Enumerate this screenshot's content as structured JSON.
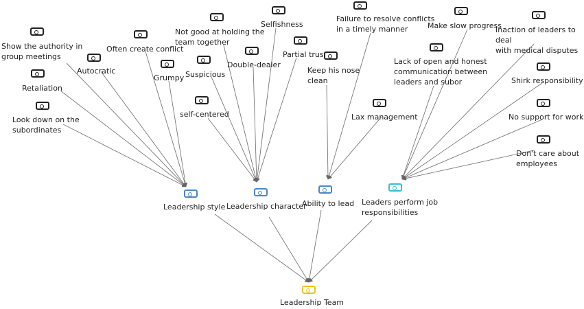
{
  "diagram": {
    "root": {
      "id": "team",
      "label": "Leadership Team"
    },
    "categories": [
      {
        "id": "style",
        "label": "Leadership style"
      },
      {
        "id": "character",
        "label": "Leadership character"
      },
      {
        "id": "ability",
        "label": "Ability to lead"
      },
      {
        "id": "duties",
        "label": "Leaders perform job\nresponsibilities"
      }
    ],
    "factors": [
      {
        "id": "f1",
        "label": "Show the authority in\ngroup meetings",
        "parent": "style"
      },
      {
        "id": "f2",
        "label": "Autocratic",
        "parent": "style"
      },
      {
        "id": "f3",
        "label": "Often create conflict",
        "parent": "style"
      },
      {
        "id": "f4",
        "label": "Grumpy",
        "parent": "style"
      },
      {
        "id": "f5",
        "label": "Retaliation",
        "parent": "style"
      },
      {
        "id": "f6",
        "label": "Look down on the\nsubordinates",
        "parent": "style"
      },
      {
        "id": "f7",
        "label": "Not good at holding the\nteam together",
        "parent": "character"
      },
      {
        "id": "f8",
        "label": "Selfishness",
        "parent": "character"
      },
      {
        "id": "f9",
        "label": "Double-dealer",
        "parent": "character"
      },
      {
        "id": "f10",
        "label": "Partial trust",
        "parent": "character"
      },
      {
        "id": "f11",
        "label": "Suspicious",
        "parent": "character"
      },
      {
        "id": "f12",
        "label": "self-centered",
        "parent": "character"
      },
      {
        "id": "f13",
        "label": "Failure to resolve conflicts\nin a timely manner",
        "parent": "ability"
      },
      {
        "id": "f14",
        "label": "Keep his nose\nclean",
        "parent": "ability"
      },
      {
        "id": "f15",
        "label": "Lax management",
        "parent": "ability"
      },
      {
        "id": "f16",
        "label": "Make slow progress",
        "parent": "duties"
      },
      {
        "id": "f17",
        "label": "Inaction of leaders to deal\nwith medical disputes",
        "parent": "duties"
      },
      {
        "id": "f18",
        "label": "Lack of open and honest\ncommunication between\nleaders and subor",
        "parent": "duties"
      },
      {
        "id": "f19",
        "label": "Shirk responsibility",
        "parent": "duties"
      },
      {
        "id": "f20",
        "label": "No support for work",
        "parent": "duties"
      },
      {
        "id": "f21",
        "label": "Don't care about\nemployees",
        "parent": "duties"
      }
    ]
  },
  "colors": {
    "factor_icon": "#222222",
    "category_icon": "#4a86c8",
    "duties_icon": "#31c3d6",
    "root_icon": "#f0c419",
    "edge": "#777777"
  }
}
